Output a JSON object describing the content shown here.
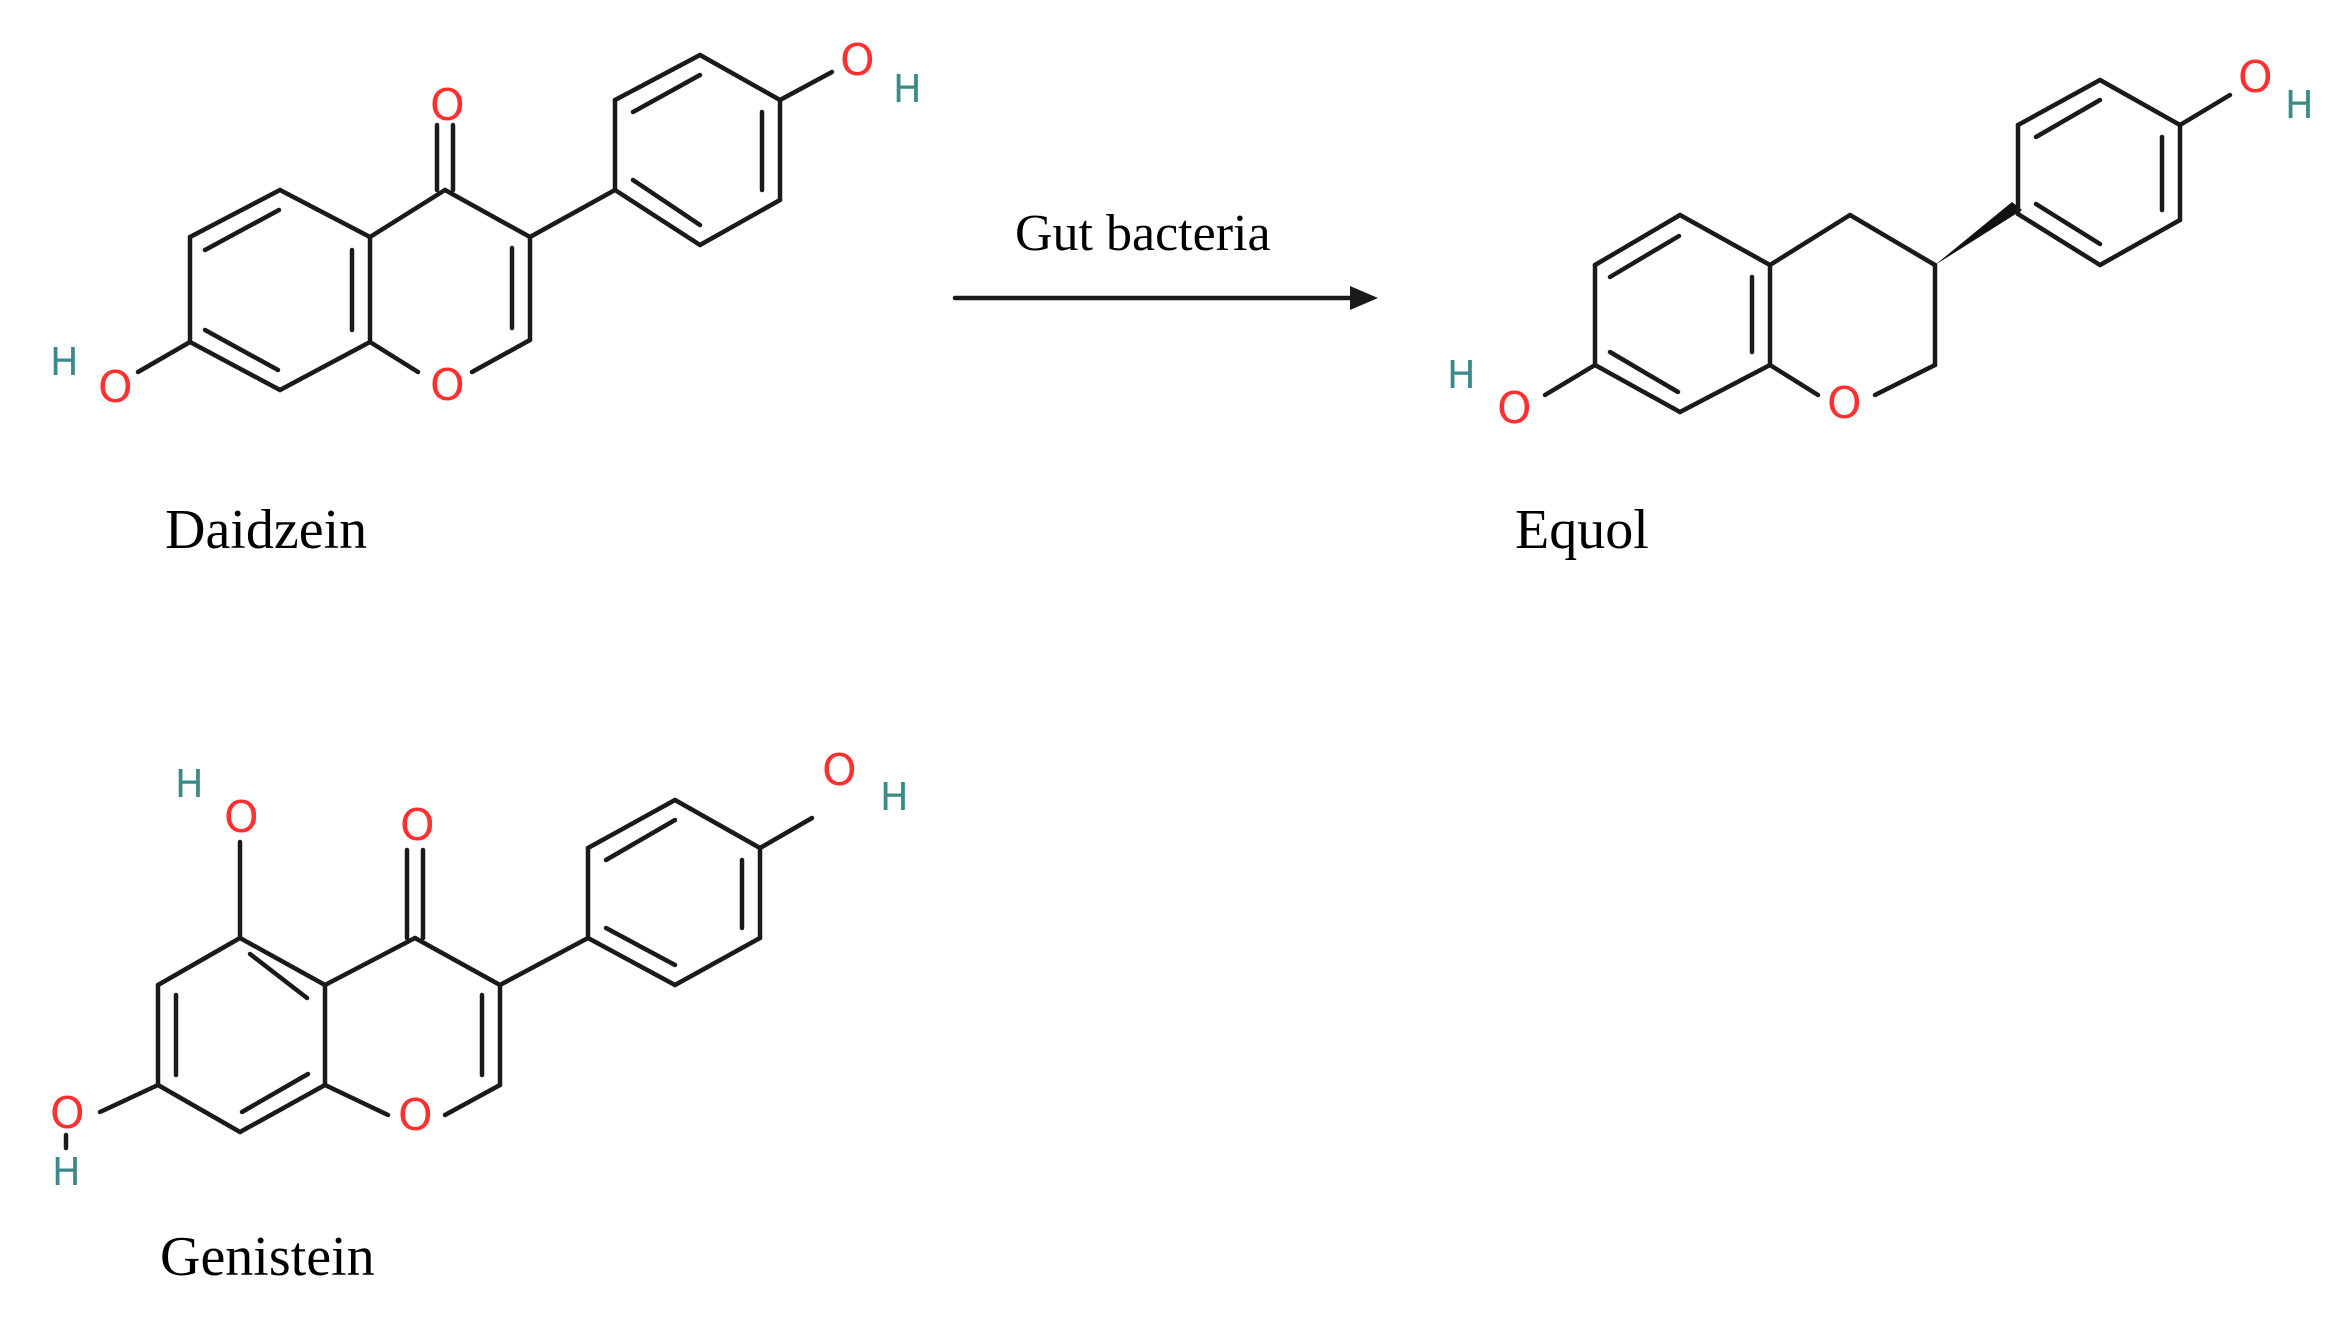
{
  "molecules": {
    "daidzein": {
      "name": "Daidzein"
    },
    "equol": {
      "name": "Equol"
    },
    "genistein": {
      "name": "Genistein"
    }
  },
  "reaction": {
    "label": "Gut bacteria"
  },
  "atom_labels": {
    "oxygen": "O",
    "hydrogen": "H"
  },
  "colors": {
    "oxygen": "#ff3030",
    "hydrogen": "#3a8a8a",
    "bond": "#1a1a1a"
  }
}
